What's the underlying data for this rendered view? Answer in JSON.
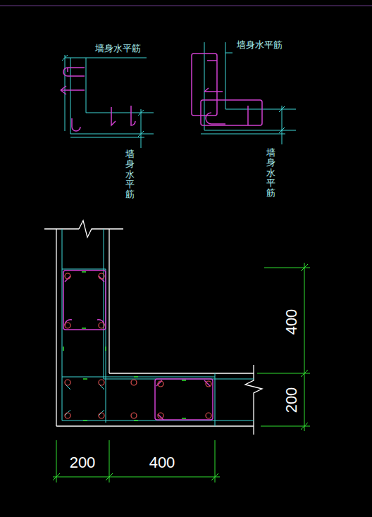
{
  "diagram": {
    "labels": [
      "墙身水平筋",
      "墙身水平筋",
      "墙身水平筋",
      "墙身水平筋",
      "400",
      "200",
      "200",
      "400"
    ]
  }
}
